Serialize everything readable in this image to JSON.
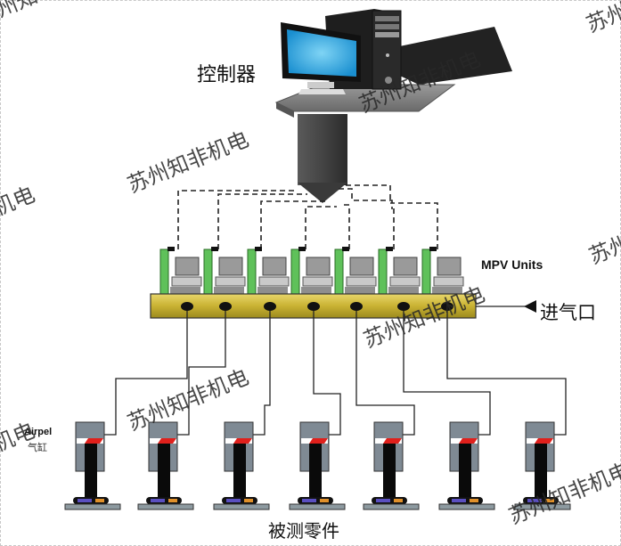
{
  "diagram": {
    "controller_label": "控制器",
    "mpv_label": "MPV Units",
    "inlet_label": "进气口",
    "cylinder_brand": "Airpel",
    "cylinder_label": "气缸",
    "parts_label": "被测零件",
    "unit_count": 7,
    "cylinder_count": 7
  },
  "watermarks": [
    "苏州知非机电",
    "苏州知非机电",
    "苏州知非机电",
    "苏州知非机电",
    "苏州知非机电",
    "苏州知非机电",
    "苏州知非机电",
    "苏州知非机电",
    "苏州知非机电"
  ],
  "colors": {
    "manifold": "#c9b233",
    "valve_green": "#5fc15a",
    "cylinder_body": "#7f8a94",
    "piston_red": "#e0201c",
    "screen_blue": "#2aa6e0"
  }
}
